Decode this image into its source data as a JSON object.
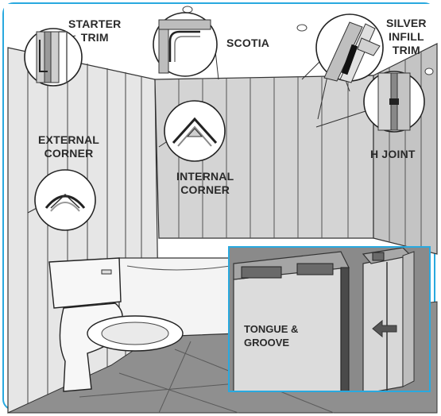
{
  "labels": {
    "starter_trim": "STARTER\nTRIM",
    "scotia": "SCOTIA",
    "silver_infill_trim": "SILVER\nINFILL\nTRIM",
    "external_corner": "EXTERNAL\nCORNER",
    "internal_corner": "INTERNAL\nCORNER",
    "h_joint": "H JOINT",
    "tongue_groove": "TONGUE &\nGROOVE"
  },
  "colors": {
    "accent": "#29a9df",
    "panel": "#d7d7d7",
    "floor": "#8f8f8f",
    "inset_bg": "#8a8a8a"
  }
}
